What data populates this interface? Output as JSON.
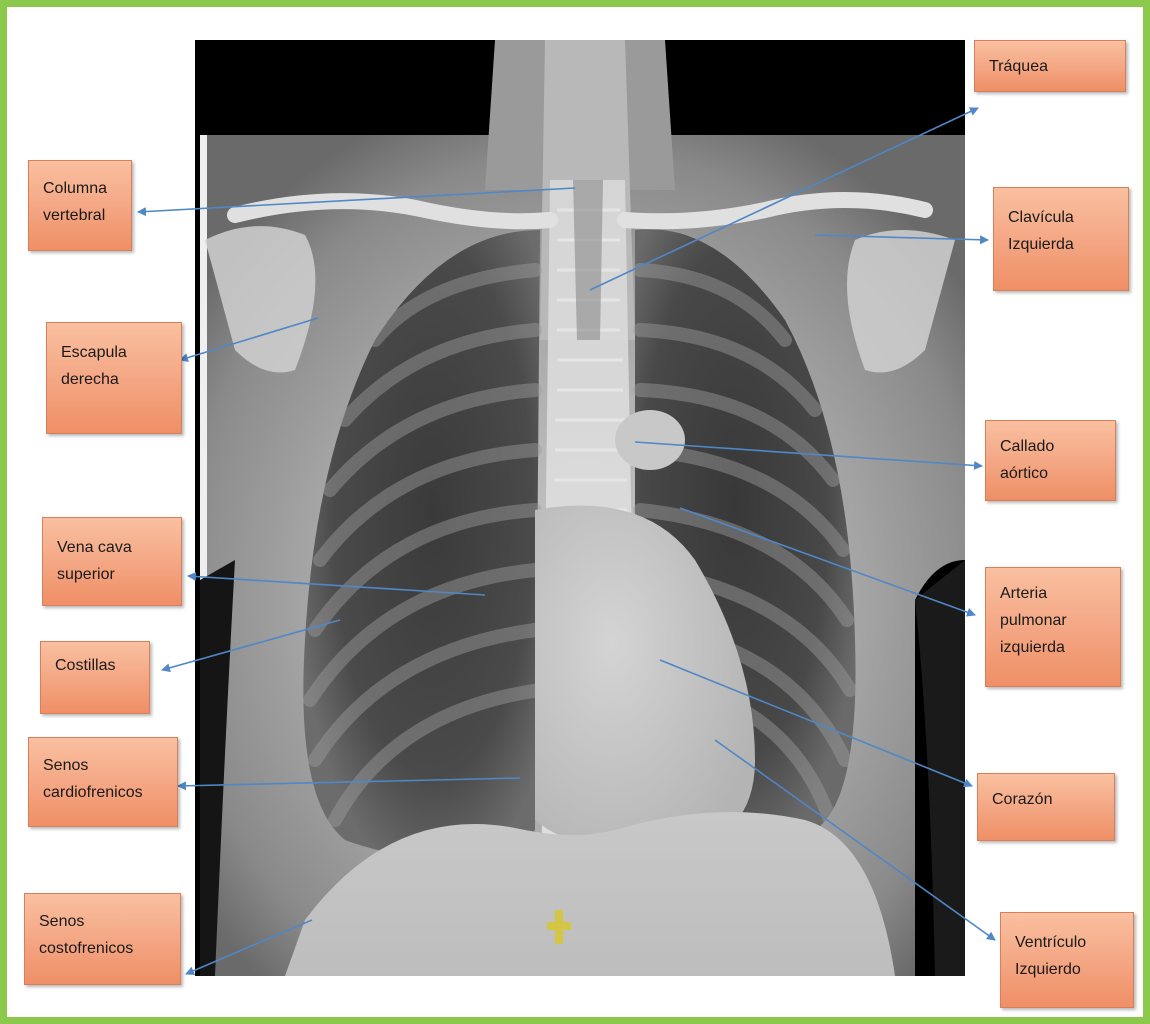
{
  "colors": {
    "frame_border": "#8cc84b",
    "label_fill": "#f4a582",
    "arrow": "#4f87c7",
    "xray_background": "#000000"
  },
  "image": {
    "subject": "posteroanterior chest radiograph"
  },
  "labels": {
    "traquea": [
      "Tráquea"
    ],
    "columna_vertebral": [
      "Columna",
      "vertebral"
    ],
    "clavicula_izquierda": [
      "Clavícula",
      "Izquierda"
    ],
    "escapula_derecha": [
      "Escapula",
      "derecha"
    ],
    "callado_aortico": [
      "Callado",
      "aórtico"
    ],
    "vena_cava_superior": [
      "Vena cava",
      "superior"
    ],
    "arteria_pulmonar_izquierda": [
      "Arteria",
      "pulmonar",
      "izquierda"
    ],
    "costillas": [
      "Costillas"
    ],
    "senos_cardiofrenicos": [
      "Senos",
      "cardiofrenicos"
    ],
    "corazon": [
      "Corazón"
    ],
    "senos_costofrenicos": [
      "Senos",
      "costofrenicos"
    ],
    "ventriculo_izquierdo": [
      "Ventrículo",
      "Izquierdo"
    ]
  }
}
